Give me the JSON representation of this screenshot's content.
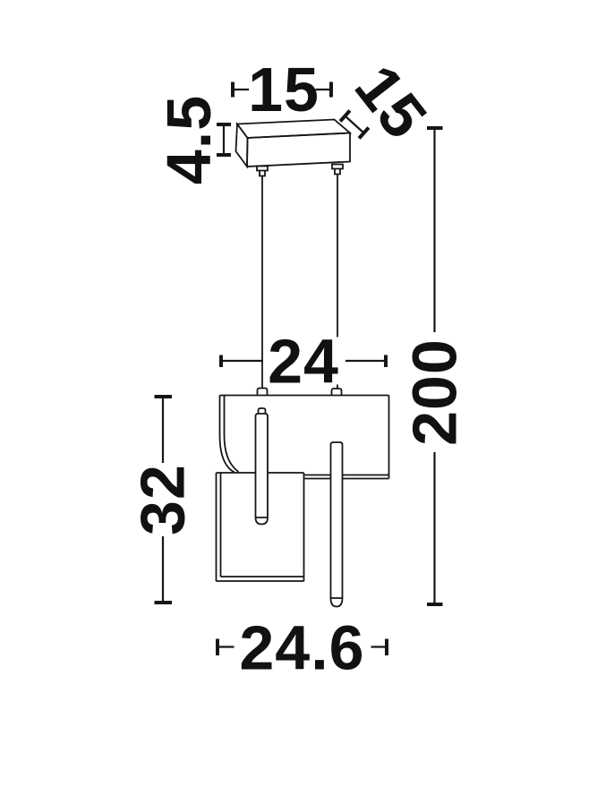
{
  "drawing": {
    "subject": "pendant-lamp-dimension-diagram",
    "background_color": "#ffffff",
    "line_color": "#161616",
    "labels": {
      "canopy_width": "15",
      "canopy_depth": "15",
      "canopy_height": "4.5",
      "shade_width": "24",
      "shade_height": "32",
      "total_drop": "200",
      "overall_width": "24.6"
    }
  }
}
